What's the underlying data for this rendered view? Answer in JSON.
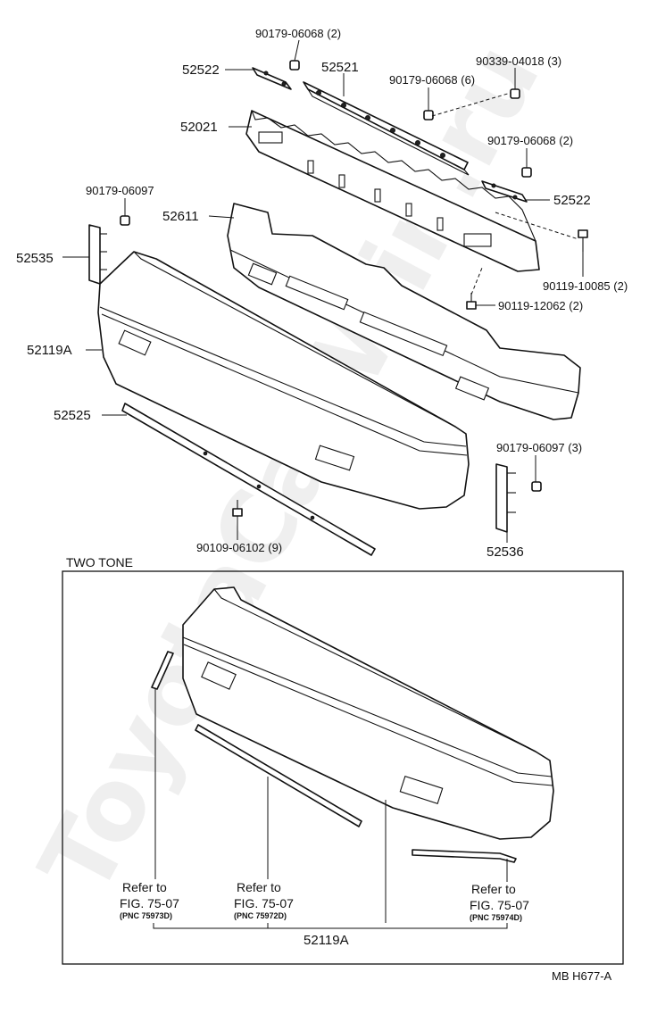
{
  "watermark": "ToyotaCar.Win.ru",
  "labels": {
    "p90179_06068_2_top": "90179-06068 (2)",
    "p52522_left": "52522",
    "p52521": "52521",
    "p90339_04018": "90339-04018 (3)",
    "p90179_06068_6": "90179-06068 (6)",
    "p52021": "52021",
    "p90179_06068_2_right": "90179-06068 (2)",
    "p52522_right": "52522",
    "p90179_06097": "90179-06097",
    "p52611": "52611",
    "p90119_10085": "90119-10085 (2)",
    "p52535": "52535",
    "p90119_12062": "90119-12062 (2)",
    "p52119A": "52119A",
    "p52525": "52525",
    "p90179_06097_3": "90179-06097 (3)",
    "p90109_06102": "90109-06102 (9)",
    "p52536": "52536"
  },
  "two_tone": {
    "title": "TWO  TONE",
    "refer_left": {
      "line1": "Refer to",
      "line2": "FIG. 75-07",
      "pnc": "(PNC 75973D)"
    },
    "refer_mid": {
      "line1": "Refer to",
      "line2": "FIG. 75-07",
      "pnc": "(PNC 75972D)"
    },
    "refer_right": {
      "line1": "Refer to",
      "line2": "FIG. 75-07",
      "pnc": "(PNC 75974D)"
    },
    "part": "52119A"
  },
  "footer_code": "MB  H677-A"
}
